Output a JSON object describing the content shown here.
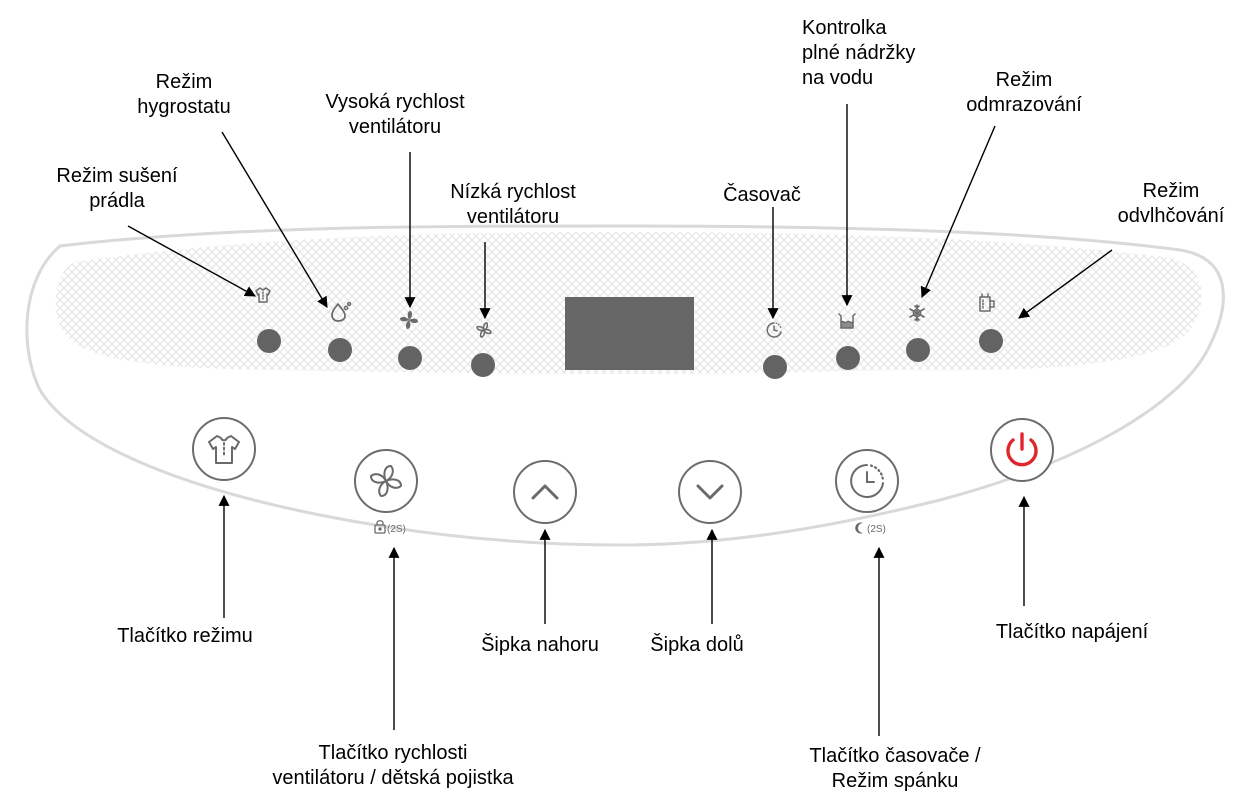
{
  "colors": {
    "panel_outline": "#dadada",
    "hatch": "#e3e3e3",
    "indicator_dot": "#636363",
    "display": "#666666",
    "button_ring": "#6c6c6c",
    "icon": "#6a6a6a",
    "power": "#e0262d"
  },
  "labels": {
    "drying": [
      "Režim sušení",
      "prádla"
    ],
    "hygrostat": [
      "Režim",
      "hygrostatu"
    ],
    "high_fan": [
      "Vysoká rychlost",
      "ventilátoru"
    ],
    "low_fan": [
      "Nízká rychlost",
      "ventilátoru"
    ],
    "timer": [
      "Časovač"
    ],
    "tank_full": [
      "Kontrolka",
      "plné nádržky",
      "na vodu"
    ],
    "defrost": [
      "Režim",
      "odmrazování"
    ],
    "dehumidify": [
      "Režim",
      "odvlhčování"
    ],
    "mode_button": [
      "Tlačítko režimu"
    ],
    "fan_button": [
      "Tlačítko rychlosti",
      "ventilátoru / dětská pojistka"
    ],
    "up_arrow": [
      "Šipka nahoru"
    ],
    "down_arrow": [
      "Šipka dolů"
    ],
    "timer_button": [
      "Tlačítko časovače /",
      "Režim spánku"
    ],
    "power_button": [
      "Tlačítko napájení"
    ]
  },
  "sublabels": {
    "lock_hold": "(2S)",
    "sleep_hold": "(2S)"
  },
  "icons": {
    "drying_indicator": "shirt-icon",
    "hygrostat_indicator": "droplet-icon",
    "high_fan_indicator": "fan-icon",
    "low_fan_indicator": "fan-small-icon",
    "timer_indicator": "clock-icon",
    "tank_indicator": "tank-icon",
    "defrost_indicator": "snowflake-icon",
    "dehumidify_indicator": "dehumidifier-icon",
    "mode_button": "shirt-icon",
    "fan_button": "fan-icon",
    "up_button": "chevron-up-icon",
    "down_button": "chevron-down-icon",
    "timer_button": "clock-icon",
    "power_button": "power-icon",
    "lock": "lock-icon",
    "moon": "moon-icon"
  }
}
